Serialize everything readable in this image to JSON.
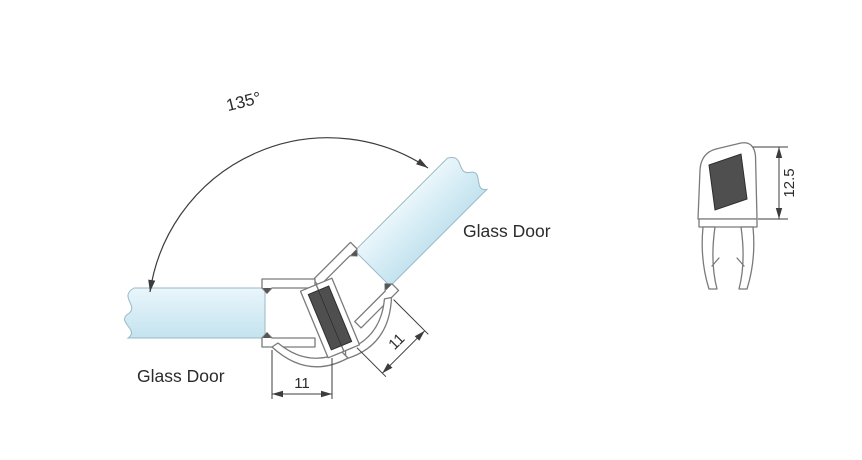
{
  "diagram": {
    "main_view": {
      "angle_label": "135°",
      "glass_left_label": "Glass Door",
      "glass_right_label": "Glass Door",
      "dim_horizontal_label": "11",
      "dim_angled_label": "11"
    },
    "section_view": {
      "dim_height_label": "12.5"
    },
    "colors": {
      "dimension_line": "#3c3c3c",
      "profile_outline": "#7a7a7a",
      "magnet_fill": "#4f4f4f",
      "magnet_edge": "#2e2e2e",
      "glass_gradient_light": "#eaf6fb",
      "glass_gradient_dark": "#c3e3ef",
      "glass_stroke": "#98b9c6",
      "label_text": "#2b2b2b",
      "background": "#ffffff"
    }
  }
}
